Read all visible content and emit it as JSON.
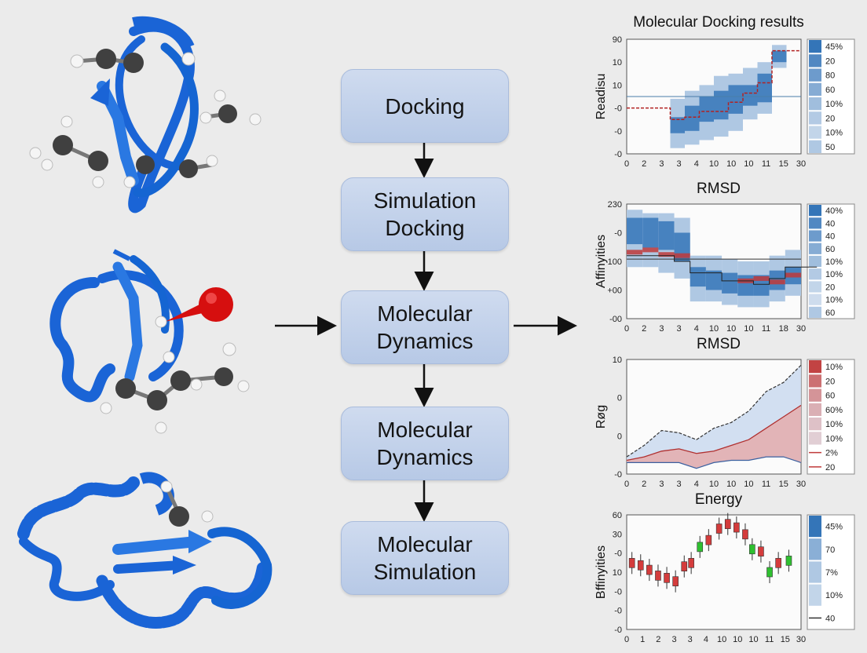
{
  "flow": {
    "boxes": [
      {
        "lines": [
          "Docking"
        ]
      },
      {
        "lines": [
          "Simulation",
          "Docking"
        ]
      },
      {
        "lines": [
          "Molecular",
          "Dynamics"
        ]
      },
      {
        "lines": [
          "Molecular",
          "Dynamics"
        ]
      },
      {
        "lines": [
          "Molecular",
          "Simulation"
        ]
      }
    ]
  },
  "colors": {
    "protein_blue": "#1a64d6",
    "ligand_red": "#d60f0f",
    "carbon_gray": "#404040",
    "hydrogen_white": "#f5f5f5",
    "heat_blue": "#2b6fb5",
    "heat_red": "#c03a3a",
    "candle_green": "#2fc030",
    "candle_red": "#d43c3c"
  },
  "chart_data": [
    {
      "type": "heatmap",
      "title": "Molecular Docking results",
      "ylabel": "Readisu",
      "x_ticks": [
        "0",
        "2",
        "3",
        "3",
        "4",
        "10",
        "10",
        "10",
        "11",
        "15",
        "30"
      ],
      "y_ticks": [
        "90",
        "10",
        "10",
        "-0",
        "-0",
        "-0"
      ],
      "legend": [
        {
          "label": "45%",
          "level": 0.95
        },
        {
          "label": "20",
          "level": 0.8
        },
        {
          "label": "80",
          "level": 0.65
        },
        {
          "label": "60",
          "level": 0.52
        },
        {
          "label": "10%",
          "level": 0.38
        },
        {
          "label": "20",
          "level": 0.28
        },
        {
          "label": "10%",
          "level": 0.2
        },
        {
          "label": "50",
          "level": 0.3
        }
      ],
      "reference_line_y": 0.5,
      "trend_line": [
        [
          0,
          0.4
        ],
        [
          3,
          0.4
        ],
        [
          3,
          0.3
        ],
        [
          4,
          0.3
        ],
        [
          4,
          0.32
        ],
        [
          5,
          0.32
        ],
        [
          5,
          0.37
        ],
        [
          7,
          0.37
        ],
        [
          7,
          0.45
        ],
        [
          8,
          0.45
        ],
        [
          8,
          0.53
        ],
        [
          9,
          0.53
        ],
        [
          9,
          0.62
        ],
        [
          10,
          0.62
        ],
        [
          10,
          0.9
        ],
        [
          12,
          0.9
        ]
      ],
      "columns": [
        {
          "x": 3,
          "lo": 0.05,
          "hi": 0.48,
          "core_lo": 0.18,
          "core_hi": 0.32
        },
        {
          "x": 4,
          "lo": 0.08,
          "hi": 0.55,
          "core_lo": 0.2,
          "core_hi": 0.42
        },
        {
          "x": 5,
          "lo": 0.12,
          "hi": 0.6,
          "core_lo": 0.28,
          "core_hi": 0.5
        },
        {
          "x": 6,
          "lo": 0.15,
          "hi": 0.68,
          "core_lo": 0.3,
          "core_hi": 0.55
        },
        {
          "x": 7,
          "lo": 0.2,
          "hi": 0.7,
          "core_lo": 0.35,
          "core_hi": 0.6
        },
        {
          "x": 8,
          "lo": 0.3,
          "hi": 0.75,
          "core_lo": 0.42,
          "core_hi": 0.6
        },
        {
          "x": 9,
          "lo": 0.35,
          "hi": 0.8,
          "core_lo": 0.45,
          "core_hi": 0.7
        },
        {
          "x": 10,
          "lo": 0.75,
          "hi": 0.95,
          "core_lo": 0.8,
          "core_hi": 0.9
        }
      ]
    },
    {
      "type": "heatmap",
      "title": "RMSD",
      "ylabel": "Affinyities",
      "x_ticks": [
        "0",
        "2",
        "3",
        "3",
        "4",
        "10",
        "10",
        "10",
        "11",
        "18",
        "30"
      ],
      "y_ticks": [
        "230",
        "-0",
        "100",
        "+00",
        "-00"
      ],
      "legend": [
        {
          "label": "40%",
          "level": 0.95
        },
        {
          "label": "40",
          "level": 0.8
        },
        {
          "label": "40",
          "level": 0.65
        },
        {
          "label": "60",
          "level": 0.52
        },
        {
          "label": "10%",
          "level": 0.38
        },
        {
          "label": "10%",
          "level": 0.28
        },
        {
          "label": "20",
          "level": 0.2
        },
        {
          "label": "10%",
          "level": 0.14
        },
        {
          "label": "60",
          "level": 0.3
        }
      ],
      "reference_line_y": 0.52,
      "trend_line": [
        [
          0,
          0.55
        ],
        [
          3,
          0.55
        ],
        [
          3,
          0.5
        ],
        [
          4,
          0.5
        ],
        [
          4,
          0.4
        ],
        [
          6,
          0.4
        ],
        [
          6,
          0.33
        ],
        [
          8,
          0.33
        ],
        [
          8,
          0.3
        ],
        [
          9,
          0.3
        ],
        [
          9,
          0.35
        ],
        [
          10,
          0.35
        ],
        [
          10,
          0.45
        ],
        [
          12,
          0.45
        ]
      ],
      "columns": [
        {
          "x": 0,
          "lo": 0.45,
          "hi": 0.95,
          "core_lo": 0.65,
          "core_hi": 0.88
        },
        {
          "x": 1,
          "lo": 0.45,
          "hi": 0.92,
          "core_lo": 0.62,
          "core_hi": 0.88
        },
        {
          "x": 2,
          "lo": 0.4,
          "hi": 0.92,
          "core_lo": 0.6,
          "core_hi": 0.85
        },
        {
          "x": 3,
          "lo": 0.35,
          "hi": 0.88,
          "core_lo": 0.5,
          "core_hi": 0.75
        },
        {
          "x": 4,
          "lo": 0.15,
          "hi": 0.55,
          "core_lo": 0.28,
          "core_hi": 0.45
        },
        {
          "x": 5,
          "lo": 0.15,
          "hi": 0.55,
          "core_lo": 0.25,
          "core_hi": 0.42
        },
        {
          "x": 6,
          "lo": 0.12,
          "hi": 0.52,
          "core_lo": 0.22,
          "core_hi": 0.4
        },
        {
          "x": 7,
          "lo": 0.1,
          "hi": 0.5,
          "core_lo": 0.2,
          "core_hi": 0.38
        },
        {
          "x": 8,
          "lo": 0.1,
          "hi": 0.5,
          "core_lo": 0.2,
          "core_hi": 0.38
        },
        {
          "x": 9,
          "lo": 0.15,
          "hi": 0.55,
          "core_lo": 0.25,
          "core_hi": 0.42
        },
        {
          "x": 10,
          "lo": 0.2,
          "hi": 0.6,
          "core_lo": 0.3,
          "core_hi": 0.45
        }
      ],
      "red_segments": [
        [
          0,
          0.58
        ],
        [
          1,
          0.6
        ],
        [
          2,
          0.56
        ],
        [
          3,
          0.55
        ],
        [
          7,
          0.33
        ],
        [
          8,
          0.35
        ],
        [
          9,
          0.32
        ],
        [
          10,
          0.38
        ]
      ]
    },
    {
      "type": "area",
      "title": "RMSD",
      "ylabel": "Røg",
      "x_ticks": [
        "0",
        "2",
        "3",
        "3",
        "4",
        "10",
        "10",
        "10",
        "11",
        "15",
        "30"
      ],
      "y_ticks": [
        "10",
        "0",
        "0",
        "-0"
      ],
      "legend": [
        {
          "label": "10%",
          "level": 0.95
        },
        {
          "label": "20",
          "level": 0.7
        },
        {
          "label": "60",
          "level": 0.5
        },
        {
          "label": "60%",
          "level": 0.35
        },
        {
          "label": "10%",
          "level": 0.25
        },
        {
          "label": "10%",
          "level": 0.18
        },
        {
          "label": "2%",
          "level": 0.0
        },
        {
          "label": "20",
          "level": 0.0
        }
      ],
      "upper_band": [
        0.15,
        0.25,
        0.38,
        0.36,
        0.3,
        0.4,
        0.45,
        0.55,
        0.72,
        0.8,
        0.95
      ],
      "mid_band": [
        0.12,
        0.15,
        0.2,
        0.22,
        0.18,
        0.2,
        0.25,
        0.3,
        0.4,
        0.5,
        0.6
      ],
      "lower_band": [
        0.1,
        0.1,
        0.1,
        0.1,
        0.05,
        0.1,
        0.12,
        0.12,
        0.15,
        0.15,
        0.1
      ]
    },
    {
      "type": "scatter",
      "title": "Energy",
      "ylabel": "Bffinyities",
      "x_ticks": [
        "0",
        "1",
        "2",
        "3",
        "3",
        "4",
        "10",
        "10",
        "10",
        "11",
        "15",
        "30"
      ],
      "y_ticks": [
        "60",
        "30",
        "-0",
        "10",
        "-0",
        "-0",
        "-0"
      ],
      "legend": [
        {
          "label": "45%",
          "level": 0.95
        },
        {
          "label": "70",
          "level": 0.5
        },
        {
          "label": "7%",
          "level": 0.3
        },
        {
          "label": "10%",
          "level": 0.2
        },
        {
          "label": "40",
          "level": 0.0
        }
      ],
      "candles": [
        {
          "x": 0.3,
          "v": 0.58,
          "c": "red"
        },
        {
          "x": 0.8,
          "v": 0.56,
          "c": "red"
        },
        {
          "x": 1.3,
          "v": 0.52,
          "c": "red"
        },
        {
          "x": 1.8,
          "v": 0.47,
          "c": "red"
        },
        {
          "x": 2.3,
          "v": 0.45,
          "c": "red"
        },
        {
          "x": 2.8,
          "v": 0.42,
          "c": "red"
        },
        {
          "x": 3.3,
          "v": 0.55,
          "c": "red"
        },
        {
          "x": 3.7,
          "v": 0.58,
          "c": "red"
        },
        {
          "x": 4.2,
          "v": 0.72,
          "c": "green"
        },
        {
          "x": 4.7,
          "v": 0.78,
          "c": "red"
        },
        {
          "x": 5.3,
          "v": 0.88,
          "c": "red"
        },
        {
          "x": 5.8,
          "v": 0.92,
          "c": "red"
        },
        {
          "x": 6.3,
          "v": 0.89,
          "c": "red"
        },
        {
          "x": 6.8,
          "v": 0.83,
          "c": "red"
        },
        {
          "x": 7.2,
          "v": 0.7,
          "c": "green"
        },
        {
          "x": 7.7,
          "v": 0.68,
          "c": "red"
        },
        {
          "x": 8.2,
          "v": 0.5,
          "c": "green"
        },
        {
          "x": 8.7,
          "v": 0.58,
          "c": "red"
        },
        {
          "x": 9.3,
          "v": 0.6,
          "c": "green"
        }
      ]
    }
  ]
}
